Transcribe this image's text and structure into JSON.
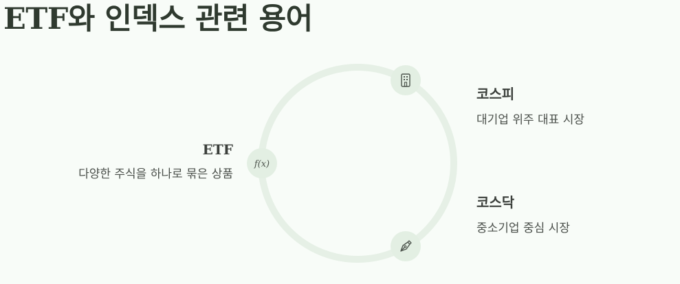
{
  "title": "ETF와 인덱스 관련 용어",
  "colors": {
    "background": "#f8fcf8",
    "ring": "#e6f0e6",
    "node_fill": "#e3efe3",
    "icon_stroke": "#4e554e",
    "title_text": "#2f3a2f"
  },
  "nodes": [
    {
      "icon": "function-icon",
      "icon_text": "f(x)",
      "label": "ETF",
      "description": "다양한 주식을 하나로 묶은 상품"
    },
    {
      "icon": "building-icon",
      "label": "코스피",
      "description": "대기업 위주 대표 시장"
    },
    {
      "icon": "pen-nib-icon",
      "label": "코스닥",
      "description": "중소기업 중심 시장"
    }
  ]
}
